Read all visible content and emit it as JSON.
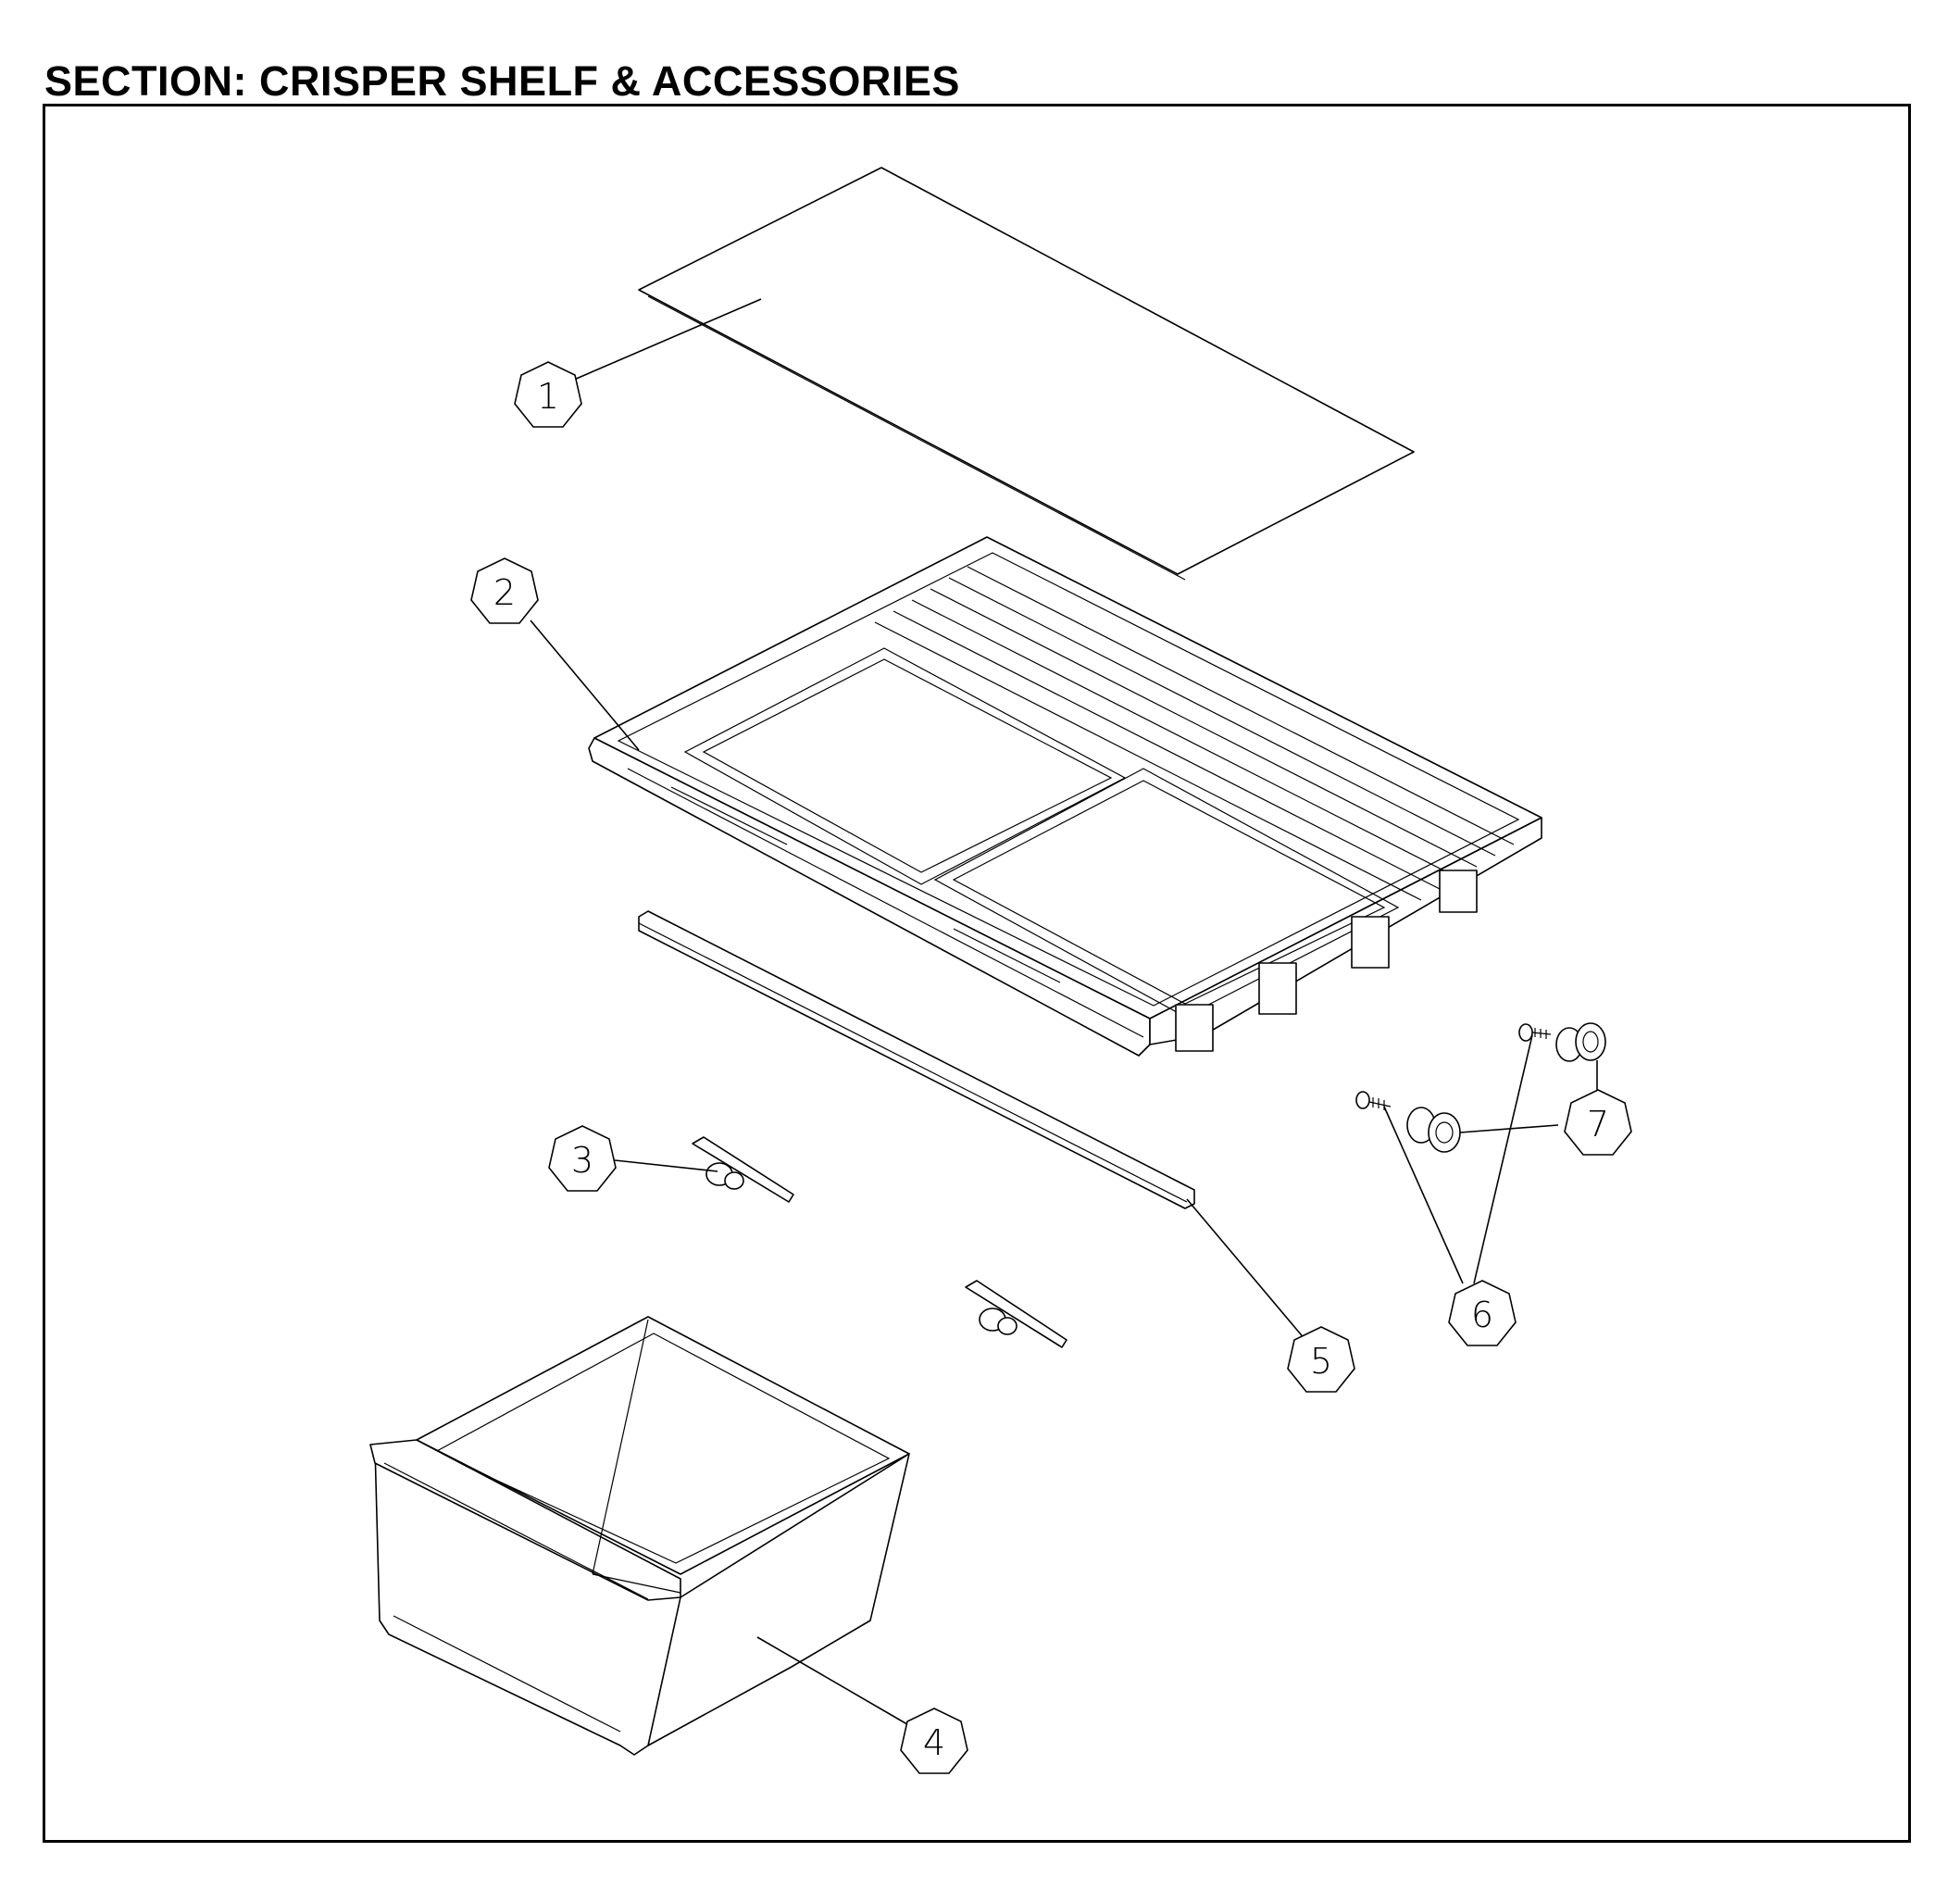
{
  "section_title": "SECTION: CRISPER SHELF & ACCESSORIES",
  "callouts": [
    "1",
    "2",
    "3",
    "4",
    "5",
    "6",
    "7"
  ]
}
